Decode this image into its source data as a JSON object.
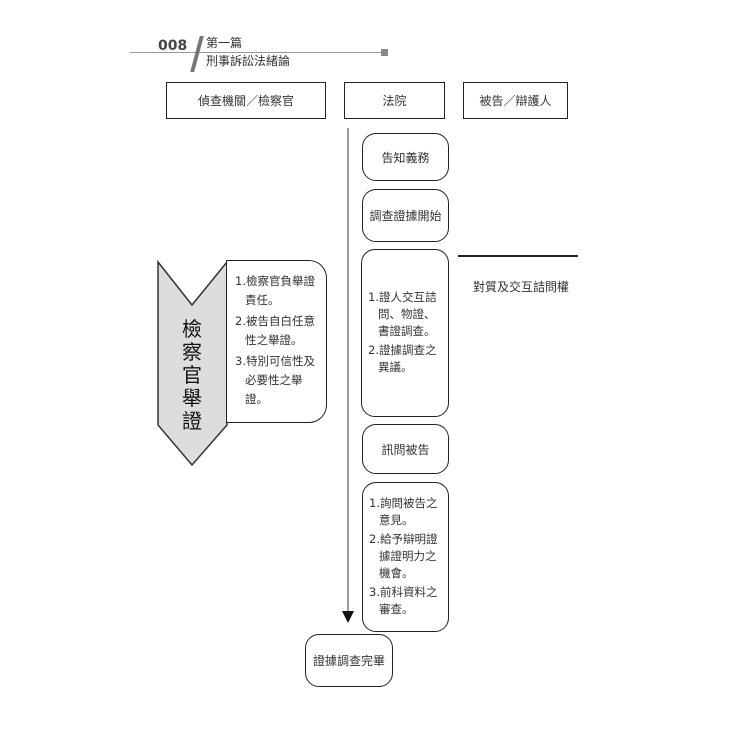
{
  "header": {
    "page_number": "008",
    "part": "第一篇",
    "chapter": "刑事訴訟法緒論"
  },
  "columns": [
    "偵查機關／檢察官",
    "法院",
    "被告／辯護人"
  ],
  "court_steps": {
    "notice": "告知義務",
    "start": "調查證據開始",
    "investigation": [
      "1.證人交互詰問、物證、書證調查。",
      "2.證據調查之異議。"
    ],
    "interrogate": "訊問被告",
    "defendant_items": [
      "1.詢問被告之意見。",
      "2.給予辯明證據證明力之機會。",
      "3.前科資料之審查。"
    ],
    "end": "證據調查完畢"
  },
  "prosecutor": {
    "label": "檢察官舉證",
    "items": [
      "1.檢察官負舉證責任。",
      "2.被告自白任意性之舉證。",
      "3.特別可信性及必要性之舉證。"
    ]
  },
  "defendant_right": "對質及交互詰問權"
}
